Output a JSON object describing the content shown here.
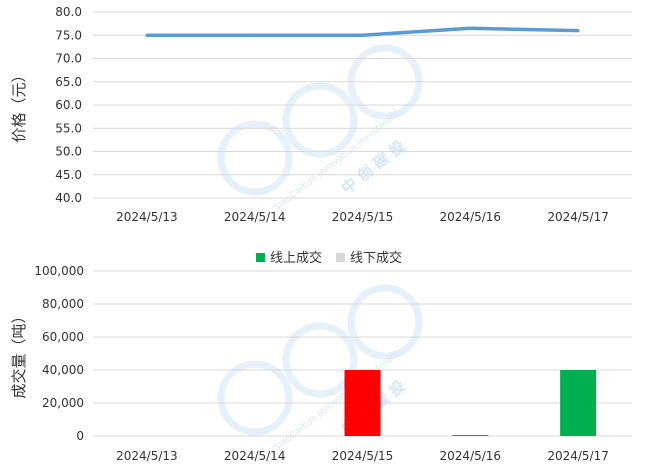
{
  "chart_data": [
    {
      "type": "line",
      "ylabel": "价格（元）",
      "categories": [
        "2024/5/13",
        "2024/5/14",
        "2024/5/15",
        "2024/5/16",
        "2024/5/17"
      ],
      "ylim": [
        40,
        80
      ],
      "yticks": [
        "80.0",
        "75.0",
        "70.0",
        "65.0",
        "60.0",
        "55.0",
        "50.0",
        "45.0",
        "40.0"
      ],
      "grid": true,
      "series": [
        {
          "values": [
            75,
            75,
            75,
            76.5,
            76
          ],
          "color": "#5b9bd5"
        }
      ]
    },
    {
      "type": "bar",
      "ylabel": "成交量（吨）",
      "categories": [
        "2024/5/13",
        "2024/5/14",
        "2024/5/15",
        "2024/5/16",
        "2024/5/17"
      ],
      "ylim": [
        0,
        100000
      ],
      "yticks": [
        "100,000",
        "80,000",
        "60,000",
        "40,000",
        "20,000",
        "0"
      ],
      "grid": true,
      "legend_position": "top",
      "series": [
        {
          "name": "线上成交",
          "color": "#00b050",
          "values": [
            0,
            0,
            40000,
            500,
            40000
          ],
          "bar_colors": [
            "#00b050",
            "#00b050",
            "#ff0000",
            "#00b050",
            "#00b050"
          ]
        },
        {
          "name": "线下成交",
          "color": "#d9d9d9",
          "values": [
            0,
            0,
            0,
            0,
            0
          ]
        }
      ]
    }
  ],
  "watermark": {
    "brand": "SinoCarbon Innovation Investment",
    "cn": "中 创 碳 投"
  }
}
